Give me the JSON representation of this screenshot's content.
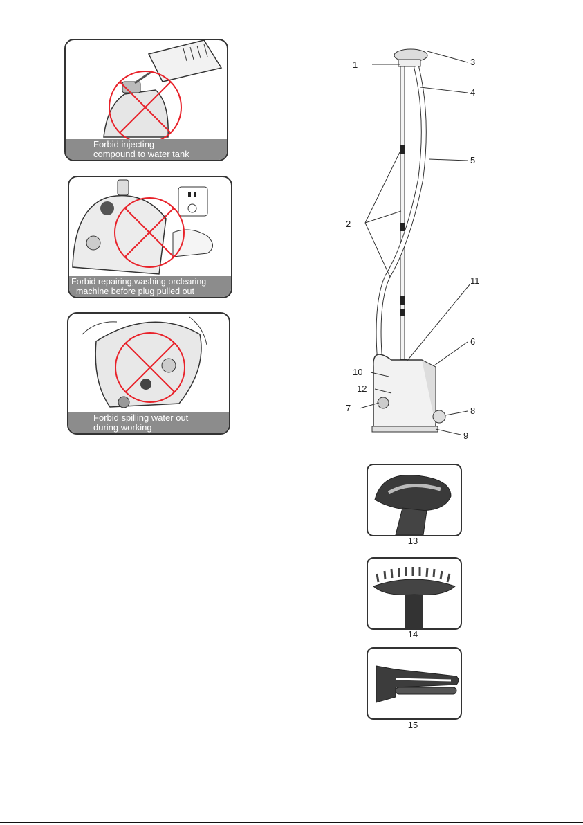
{
  "warnings": [
    {
      "line1": "Forbid injecting",
      "line2": "compound to water tank",
      "icon": "pour-bottle-icon"
    },
    {
      "line1": "Forbid repairing,washing orclearing",
      "line2": "machine before plug pulled out",
      "icon": "plug-socket-icon"
    },
    {
      "line1": "Forbid spilling water out",
      "line2": "during working",
      "icon": "tilt-steamer-icon"
    }
  ],
  "prohibition_color": "#e8222a",
  "caption_color": "#8c8c8c",
  "steamer_callouts": [
    "1",
    "2",
    "3",
    "4",
    "5",
    "6",
    "7",
    "8",
    "9",
    "10",
    "11",
    "12"
  ],
  "accessories": [
    {
      "number": "13",
      "icon": "brush-head-icon"
    },
    {
      "number": "14",
      "icon": "bristle-brush-icon"
    },
    {
      "number": "15",
      "icon": "crease-clip-icon"
    }
  ]
}
